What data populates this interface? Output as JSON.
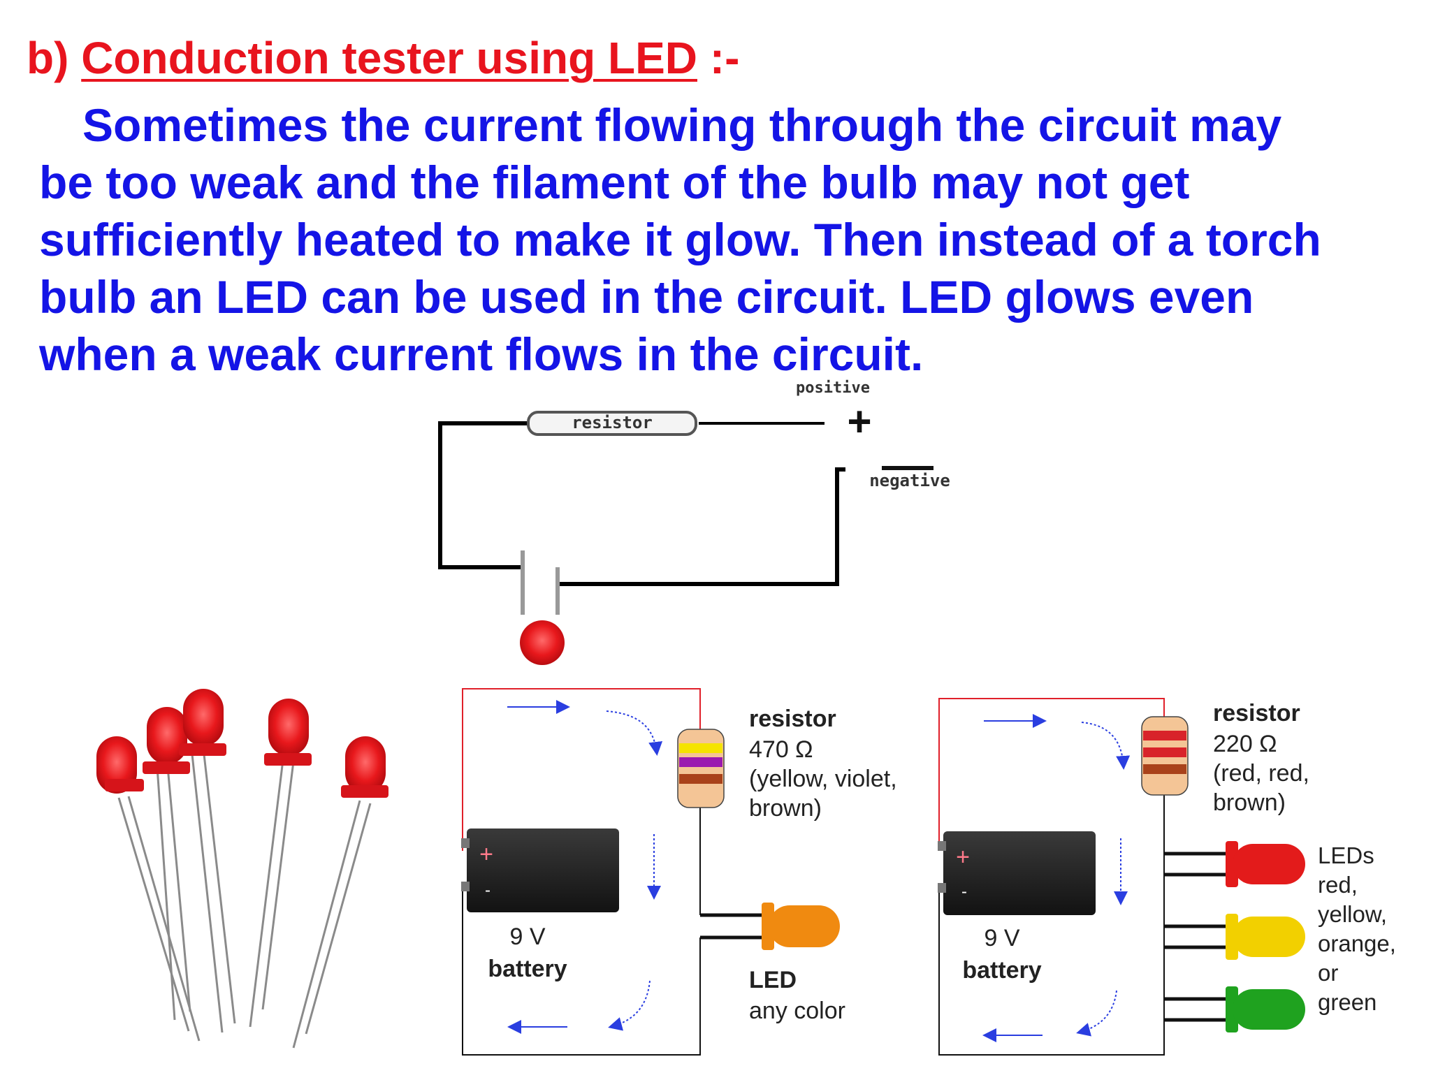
{
  "heading": {
    "prefix": "b) ",
    "title": "Conduction tester using LED",
    "suffix": " :-"
  },
  "paragraph": [
    "Sometimes the current flowing through the circuit may",
    "be too weak and the filament of the bulb may not get",
    "sufficiently heated to make it glow. Then instead of a torch",
    "bulb an LED can be used in the circuit. LED glows even",
    "when a weak current flows in the circuit."
  ],
  "sketch": {
    "resistor": "resistor",
    "positive": "positive",
    "plus": "+",
    "negative": "negative"
  },
  "circuit_left": {
    "resistor_title": "resistor",
    "resistor_value": "470 Ω",
    "resistor_colors_1": "(yellow, violet,",
    "resistor_colors_2": "brown)",
    "battery_voltage": "9 V",
    "battery_label": "battery",
    "plus": "+",
    "minus": "-",
    "led_title": "LED",
    "led_sub": "any color",
    "bands": [
      "#f5e400",
      "#9b1ab0",
      "#a9421a"
    ],
    "led_color": "#f08a10"
  },
  "circuit_right": {
    "resistor_title": "resistor",
    "resistor_value": "220 Ω",
    "resistor_colors_1": "(red, red,",
    "resistor_colors_2": "brown)",
    "battery_voltage": "9 V",
    "battery_label": "battery",
    "plus": "+",
    "minus": "-",
    "leds_1": "LEDs",
    "leds_2": "red,",
    "leds_3": "yellow,",
    "leds_4": "orange,",
    "leds_5": "or",
    "leds_6": "green",
    "bands": [
      "#d8232a",
      "#d8232a",
      "#a9421a"
    ],
    "led_colors": [
      "#e31b1b",
      "#f2d000",
      "#1fa21f"
    ]
  },
  "colors": {
    "heading": "#e8141e",
    "paragraph": "#1414e6",
    "wire_red": "#e0202a",
    "arrow_blue": "#2a3ee0"
  }
}
